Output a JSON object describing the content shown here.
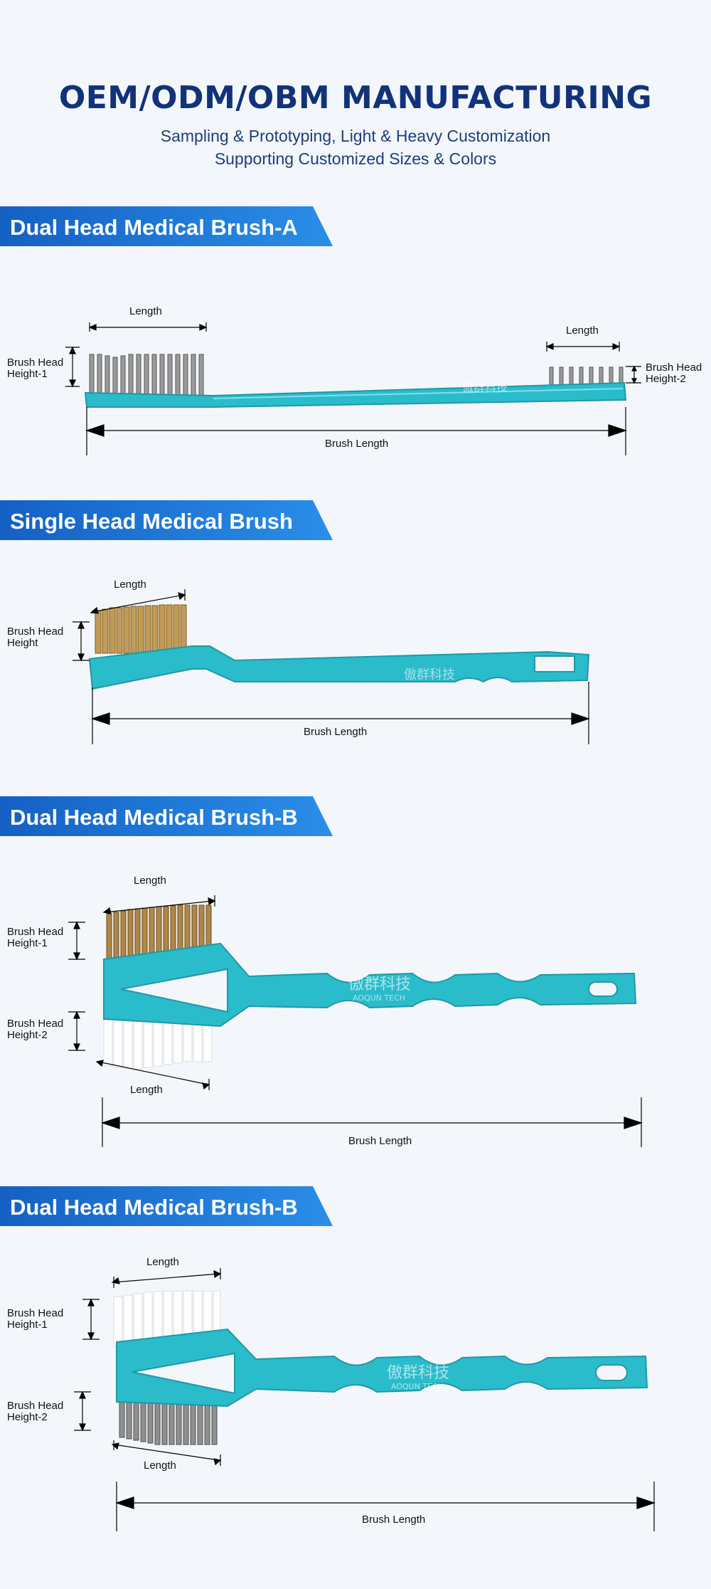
{
  "header": {
    "title": "OEM/ODM/OBM MANUFACTURING",
    "subtitle_1": "Sampling & Prototyping, Light & Heavy Customization",
    "subtitle_2": "Supporting Customized Sizes & Colors"
  },
  "sections": [
    {
      "name": "Dual Head Medical Brush-A",
      "labels": {
        "length_1": "Length",
        "length_2": "Length",
        "height_1": "Brush Head Height-1",
        "height_2": "Brush Head Height-2",
        "brush_length": "Brush Length"
      }
    },
    {
      "name": "Single Head Medical Brush",
      "labels": {
        "length": "Length",
        "height": "Brush Head Height",
        "brush_length": "Brush Length"
      }
    },
    {
      "name": "Dual Head Medical Brush-B",
      "labels": {
        "length_1": "Length",
        "length_2": "Length",
        "height_1": "Brush Head Height-1",
        "height_2": "Brush Head Height-2",
        "brush_length": "Brush Length"
      }
    },
    {
      "name": "Dual Head Medical Brush-B",
      "labels": {
        "length_1": "Length",
        "length_2": "Length",
        "height_1": "Brush Head Height-1",
        "height_2": "Brush Head Height-2",
        "brush_length": "Brush Length"
      }
    }
  ],
  "watermark": {
    "cn": "傲群科技",
    "en": "AOQUN TECH"
  },
  "colors": {
    "navy": "#12327a",
    "banner_blue": "#1a6fd0",
    "handle_teal": "#2bbccc",
    "steel": "#8f8f8f",
    "brass": "#b58a45",
    "nylon": "#ffffff"
  }
}
